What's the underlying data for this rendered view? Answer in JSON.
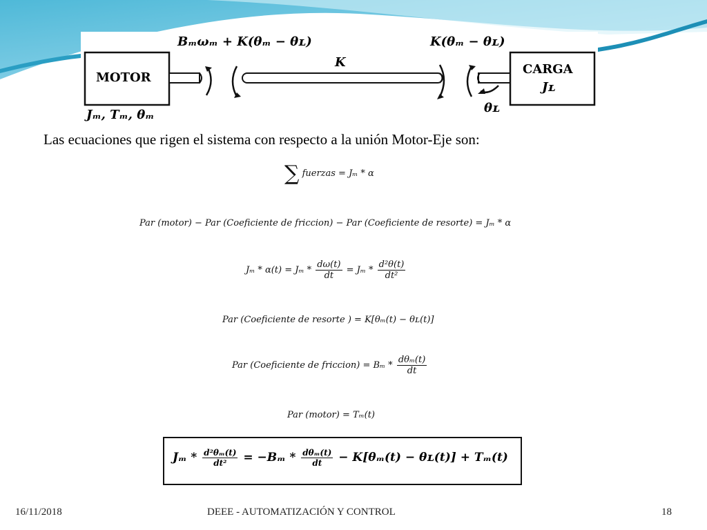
{
  "diagram": {
    "motor_label": "MOTOR",
    "motor_params": "Jₘ, Tₘ, θₘ",
    "left_torque": "Bₘωₘ + K(θₘ − θʟ)",
    "right_torque": "K(θₘ − θʟ)",
    "shaft_label": "K",
    "load_label": "CARGA",
    "load_inertia": "Jʟ",
    "load_angle": "θʟ"
  },
  "intro_text": "Las ecuaciones que rigen el sistema con respecto a la unión Motor-Eje son:",
  "equations": {
    "sum_forces": "fuerzas = Jₘ * α",
    "balance": "Par (motor) − Par (Coeficiente de friccion) − Par (Coeficiente de resorte) = Jₘ * α",
    "accel_lhs": "Jₘ * α(t) = Jₘ *",
    "accel_num1": "dω(t)",
    "accel_den1": "dt",
    "accel_mid": "= Jₘ *",
    "accel_num2": "d²θ(t)",
    "accel_den2": "dt²",
    "spring": "Par (Coeficiente de resorte ) = K[θₘ(t) − θʟ(t)]",
    "friction_lhs": "Par (Coeficiente de friccion) = Bₘ *",
    "friction_num": "dθₘ(t)",
    "friction_den": "dt",
    "motor": "Par (motor) = Tₘ(t)"
  },
  "final_equation": {
    "lhs": "Jₘ *",
    "num1": "d²θₘ(t)",
    "den1": "dt²",
    "mid": "= −Bₘ *",
    "num2": "dθₘ(t)",
    "den2": "dt",
    "rhs": "− K[θₘ(t) − θʟ(t)] + Tₘ(t)"
  },
  "footer": {
    "date": "16/11/2018",
    "title": "DEEE - AUTOMATIZACIÓN Y CONTROL",
    "page": "18"
  },
  "colors": {
    "header_teal": "#5fc6df",
    "header_light": "#bfe9f4",
    "header_dark": "#1d8fb6"
  }
}
